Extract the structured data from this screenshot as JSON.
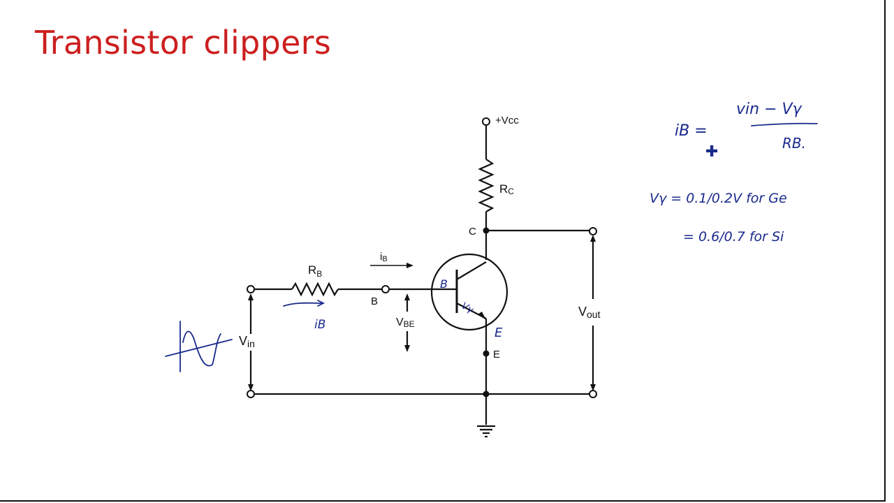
{
  "slide": {
    "title": "Transistor clippers"
  },
  "circuit": {
    "vcc": "+Vcc",
    "rc": "R",
    "rc_sub": "C",
    "node_c": "C",
    "rb": "R",
    "rb_sub": "B",
    "ib": "i",
    "ib_sub": "B",
    "node_b": "B",
    "vbe": "V",
    "vbe_sub": "BE",
    "node_e": "E",
    "vout": "V",
    "vout_sub": "out",
    "vin": "V",
    "vin_sub": "in"
  },
  "annotations": {
    "base_mark": "B",
    "emitter_mark": "E",
    "ib_hand": "iB",
    "vgamma_mark": "Vγ",
    "eq1_lhs": "iB =",
    "eq1_num": "vin − Vγ",
    "eq1_den": "RB.",
    "eq2": "Vγ =  0.1/0.2V  for Ge",
    "eq3": "=  0.6/0.7  for Si"
  },
  "colors": {
    "title": "#cc1f1f",
    "ink": "#1a2a8c",
    "wire": "#111111"
  }
}
